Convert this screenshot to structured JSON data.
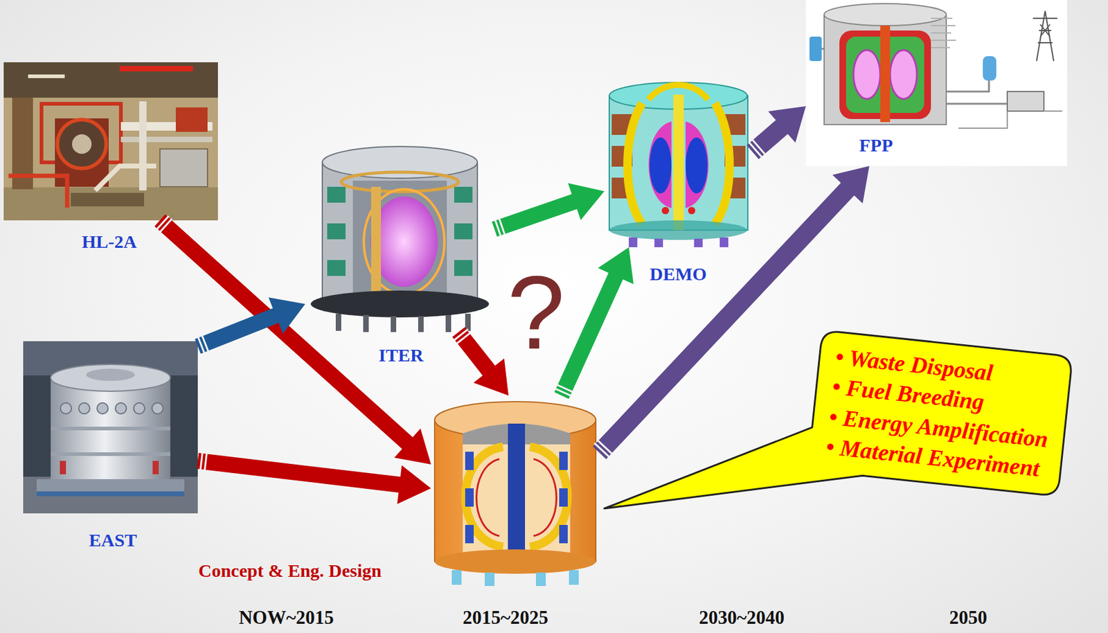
{
  "diagram": {
    "nodes": [
      {
        "text": [
          "HL-2A"
        ]
      },
      {
        "text": [
          "EAST"
        ]
      },
      {
        "text": [
          "ITER"
        ]
      },
      {
        "text": [
          "Concept & Eng. Design"
        ]
      },
      {
        "text": [
          "DEMO"
        ]
      },
      {
        "text": [
          "FPP"
        ]
      },
      {
        "text": [
          "• Waste Disposal",
          "• Fuel Breeding",
          "• Energy Amplification",
          "• Material Experiment"
        ]
      }
    ],
    "edges": [
      {
        "from": 0,
        "to": 3,
        "arrow": "to"
      },
      {
        "from": 1,
        "to": 2,
        "arrow": "to"
      },
      {
        "from": 1,
        "to": 3,
        "arrow": "to"
      },
      {
        "from": 2,
        "to": 3,
        "arrow": "to"
      },
      {
        "from": 2,
        "to": 4,
        "arrow": "to"
      },
      {
        "from": 3,
        "to": 4,
        "arrow": "to"
      },
      {
        "from": 3,
        "to": 5,
        "arrow": "to"
      },
      {
        "from": 4,
        "to": 5,
        "arrow": "to"
      }
    ],
    "labels": [
      "?",
      "NOW~2015",
      "2015~2025",
      "2030~2040",
      "2050"
    ]
  }
}
